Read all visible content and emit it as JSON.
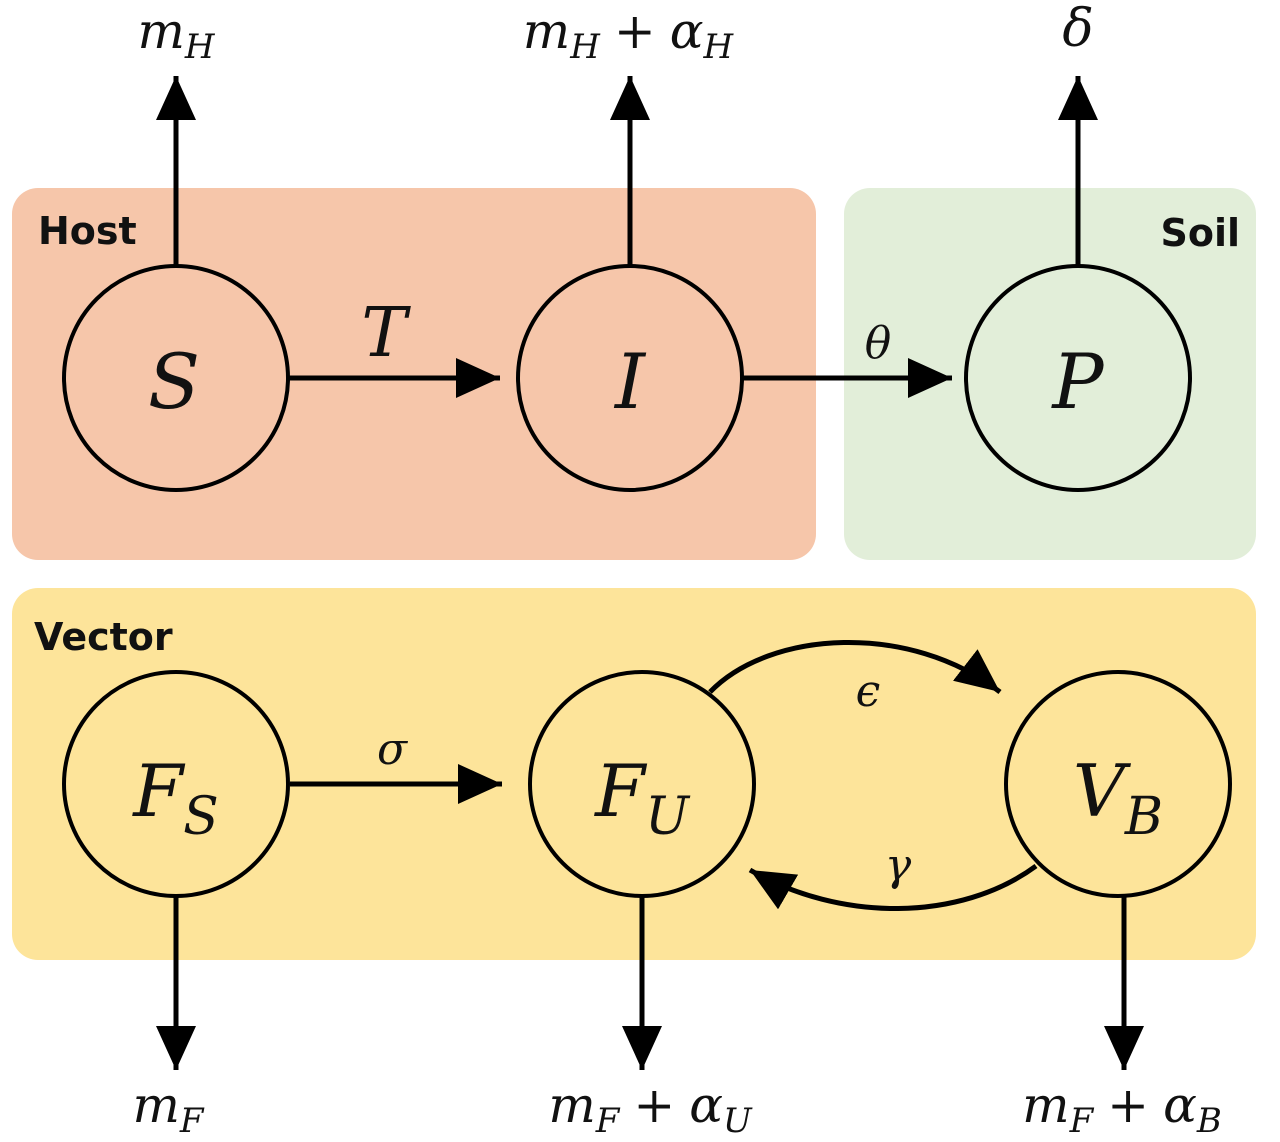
{
  "panels": {
    "host": {
      "label": "Host",
      "color": "#f6c6aa"
    },
    "soil": {
      "label": "Soil",
      "color": "#e2eed9"
    },
    "vector": {
      "label": "Vector",
      "color": "#fde49a"
    }
  },
  "nodes": {
    "S": {
      "base": "S",
      "sub": ""
    },
    "I": {
      "base": "I",
      "sub": ""
    },
    "P": {
      "base": "P",
      "sub": ""
    },
    "FS": {
      "base": "F",
      "sub": "S"
    },
    "FU": {
      "base": "F",
      "sub": "U"
    },
    "VB": {
      "base": "V",
      "sub": "B"
    }
  },
  "transitions": {
    "T": "T",
    "theta": "θ",
    "sigma": "σ",
    "epsilon": "ϵ",
    "gamma": "γ"
  },
  "rates": {
    "S_out": {
      "base1": "m",
      "sub1": "H",
      "plus": "",
      "base2": "",
      "sub2": ""
    },
    "I_out": {
      "base1": "m",
      "sub1": "H",
      "plus": "+",
      "base2": "α",
      "sub2": "H"
    },
    "P_out": {
      "base1": "δ",
      "sub1": "",
      "plus": "",
      "base2": "",
      "sub2": ""
    },
    "FS_out": {
      "base1": "m",
      "sub1": "F",
      "plus": "",
      "base2": "",
      "sub2": ""
    },
    "FU_out": {
      "base1": "m",
      "sub1": "F",
      "plus": "+",
      "base2": "α",
      "sub2": "U"
    },
    "VB_out": {
      "base1": "m",
      "sub1": "F",
      "plus": "+",
      "base2": "α",
      "sub2": "B"
    }
  }
}
